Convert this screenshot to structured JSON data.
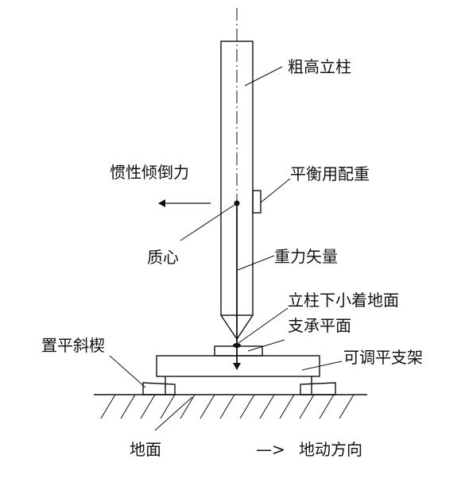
{
  "labels": {
    "column": "粗高立柱",
    "tipping_force": "惯性倾倒力",
    "counterweight": "平衡用配重",
    "center_of_mass": "质心",
    "gravity_vector": "重力矢量",
    "column_bottom": "立柱下小着地面",
    "support_plane": "支承平面",
    "adjustable_stand": "可调平支架",
    "leveling_wedge": "置平斜楔",
    "ground": "地面",
    "ground_motion": "地动方向"
  },
  "arrow_glyph": "—>"
}
